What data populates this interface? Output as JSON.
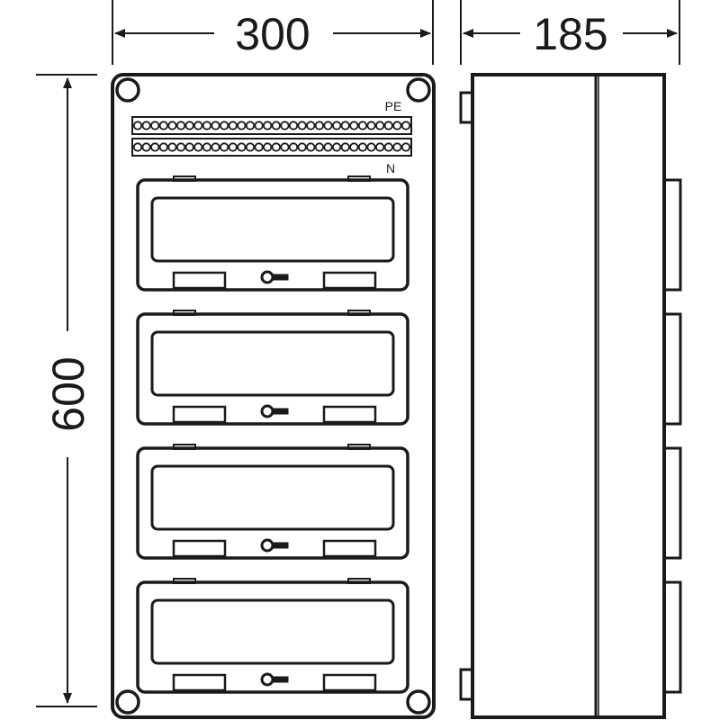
{
  "dimensions": {
    "front_width": "300",
    "side_depth": "185",
    "height": "600"
  },
  "labels": {
    "pe_rail": "PE",
    "n_rail": "N"
  },
  "module_rows": 4,
  "rail_terminals": 32,
  "colors": {
    "line": "#1a1a1a",
    "background": "#ffffff"
  }
}
